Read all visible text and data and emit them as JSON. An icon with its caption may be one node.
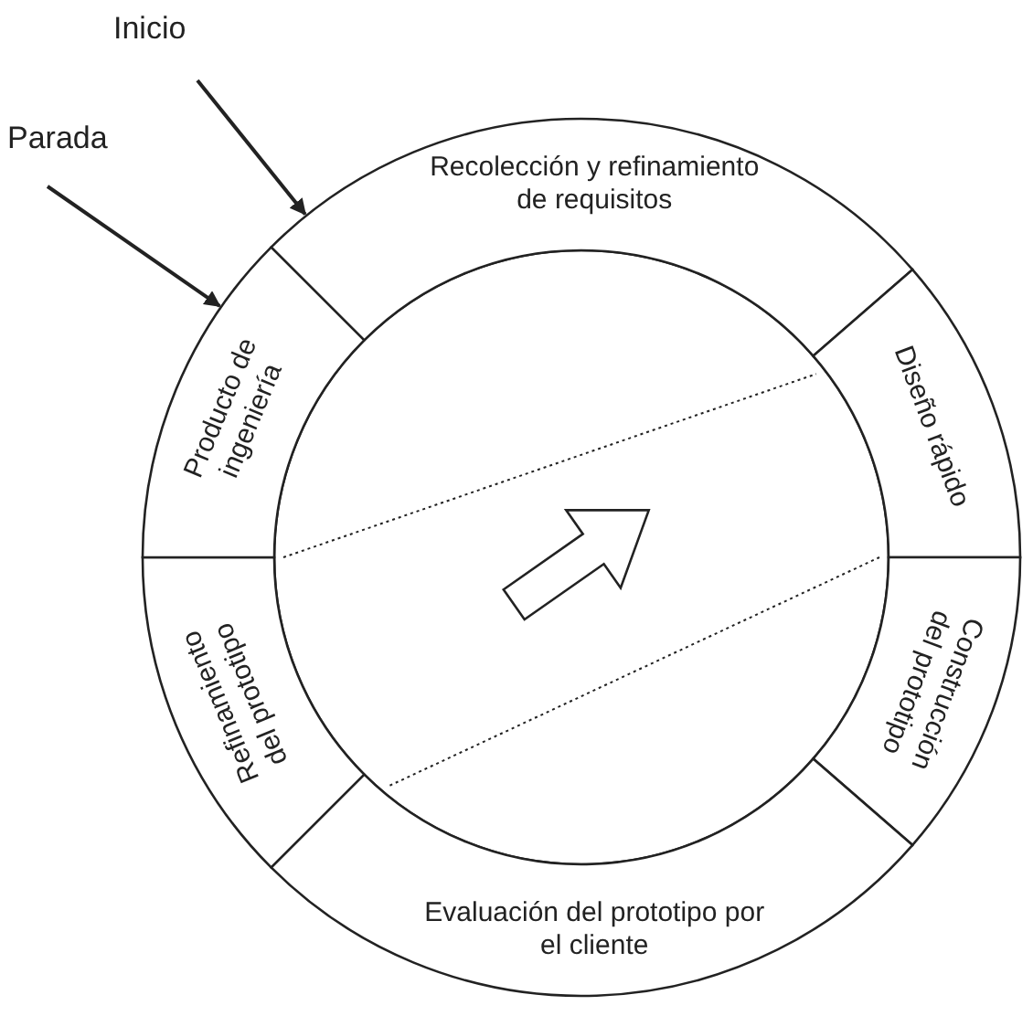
{
  "diagram": {
    "nodes": [
      {
        "text": [
          "Inicio"
        ]
      },
      {
        "text": [
          "Parada"
        ]
      },
      {
        "text": [
          "Recolección y refinamiento de requisitos"
        ]
      },
      {
        "text": [
          "Diseño rápido"
        ]
      },
      {
        "text": [
          "Construcción del prototipo"
        ]
      },
      {
        "text": [
          "Evaluación del prototipo por el cliente"
        ]
      },
      {
        "text": [
          "Refinamiento del prototipo"
        ]
      },
      {
        "text": [
          "Producto de ingeniería"
        ]
      }
    ],
    "edges": [
      {
        "from": 0,
        "to": 2,
        "arrow": "to"
      },
      {
        "from": 1,
        "to": 7,
        "arrow": "to"
      }
    ]
  }
}
